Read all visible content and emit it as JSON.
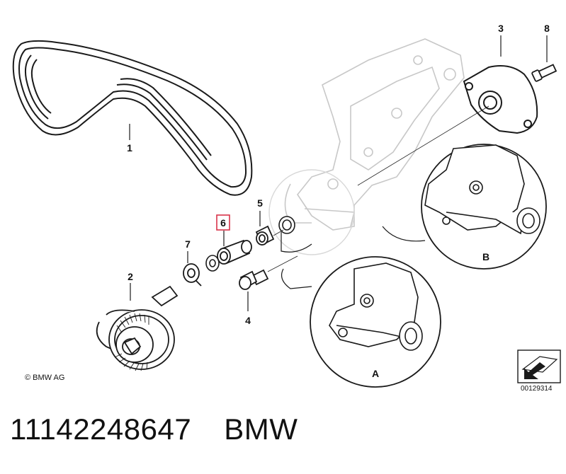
{
  "callouts": {
    "c1": "1",
    "c2": "2",
    "c3": "3",
    "c4": "4",
    "c5": "5",
    "c6": "6",
    "c7": "7",
    "c8": "8"
  },
  "detail_labels": {
    "a": "A",
    "b": "B"
  },
  "copyright": "© BMW AG",
  "diagram_number": "00129314",
  "footer": {
    "part_number": "11142248647",
    "brand": "BMW"
  },
  "colors": {
    "line": "#1a1a1a",
    "ghost": "#c8c8c8",
    "highlight": "#d9344a"
  }
}
